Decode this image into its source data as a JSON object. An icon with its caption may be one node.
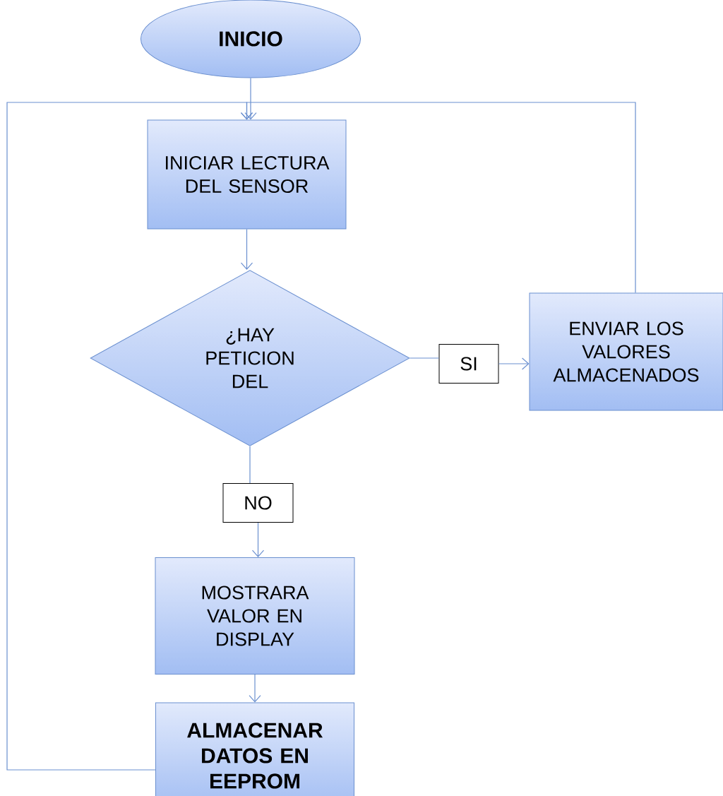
{
  "diagram": {
    "nodes": [
      {
        "text": [
          "INICIO"
        ]
      },
      {
        "text": [
          "INICIAR LECTURA DEL SENSOR"
        ]
      },
      {
        "text": [
          "¿HAY PETICION DEL"
        ]
      },
      {
        "text": [
          "SI"
        ]
      },
      {
        "text": [
          "ENVIAR LOS VALORES ALMACENADOS"
        ]
      },
      {
        "text": [
          "NO"
        ]
      },
      {
        "text": [
          "MOSTRARA VALOR EN DISPLAY"
        ]
      },
      {
        "text": [
          "ALMACENAR DATOS EN EEPROM"
        ]
      }
    ],
    "edges": [
      {
        "from": 0,
        "to": 1,
        "arrow": "to"
      },
      {
        "from": 1,
        "to": 2,
        "arrow": "to"
      },
      {
        "from": 2,
        "to": 3,
        "arrow": "none"
      },
      {
        "from": 3,
        "to": 4,
        "arrow": "to"
      },
      {
        "from": 4,
        "to": 1,
        "arrow": "to"
      },
      {
        "from": 2,
        "to": 5,
        "arrow": "none"
      },
      {
        "from": 5,
        "to": 6,
        "arrow": "to"
      },
      {
        "from": 6,
        "to": 7,
        "arrow": "to"
      },
      {
        "from": 7,
        "to": 1,
        "arrow": "to"
      }
    ]
  }
}
